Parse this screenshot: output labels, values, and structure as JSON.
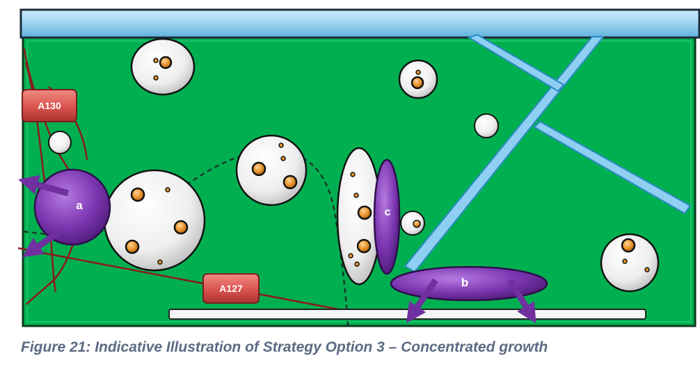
{
  "diagram": {
    "labels": {
      "a": "a",
      "b": "b",
      "c": "c",
      "road_a130": "A130",
      "road_a127": "A127"
    },
    "colors": {
      "land": "#00b050",
      "water": "#9bd3f0",
      "growth": "#7030a0",
      "road_badge": "#d9534f",
      "settlement": "#eeeeee",
      "settlement_core": "#e8932a"
    }
  },
  "caption": "Figure 21: Indicative Illustration of Strategy Option  3 – Concentrated growth"
}
